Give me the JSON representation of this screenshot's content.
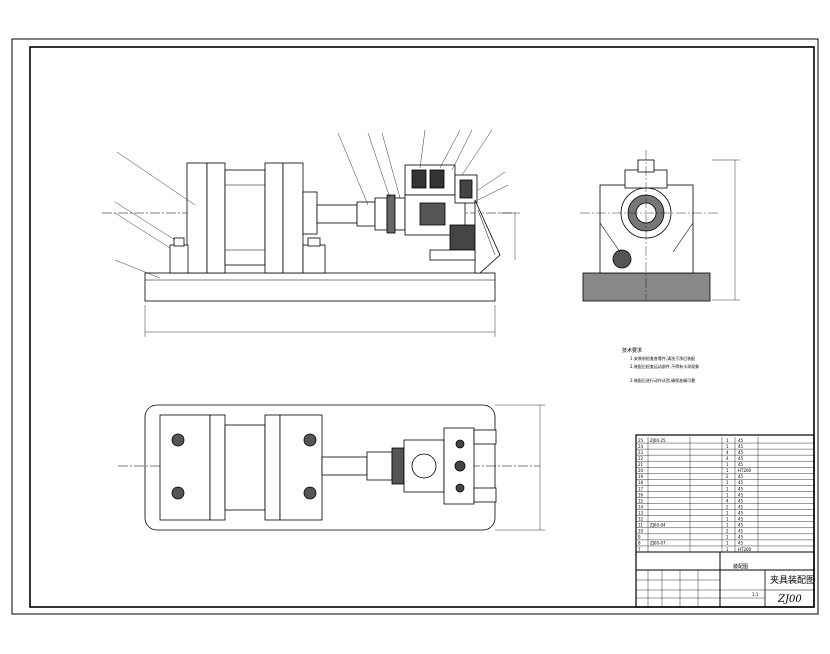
{
  "drawing": {
    "title": "夹具装配图",
    "code": "ZJ00",
    "block_label": "装配图",
    "scale": "1:1"
  },
  "tech_requirements": {
    "heading": "技术要求",
    "lines": [
      "1.安装前检查各零件,清洗干净后装配",
      "2.装配后检查运动部件,不得有卡滞现象",
      "3.装配后进行动作试验,确保准确可靠"
    ]
  },
  "parts_list": {
    "rows": [
      {
        "no": "25",
        "code": "ZJ00-25",
        "qty": "1",
        "material": "45"
      },
      {
        "no": "24",
        "code": "",
        "qty": "1",
        "material": "45"
      },
      {
        "no": "23",
        "code": "",
        "qty": "4",
        "material": "45"
      },
      {
        "no": "22",
        "code": "",
        "qty": "4",
        "material": "45"
      },
      {
        "no": "21",
        "code": "",
        "qty": "1",
        "material": "45"
      },
      {
        "no": "20",
        "code": "",
        "qty": "1",
        "material": "HT200"
      },
      {
        "no": "19",
        "code": "",
        "qty": "2",
        "material": "45"
      },
      {
        "no": "18",
        "code": "",
        "qty": "1",
        "material": "45"
      },
      {
        "no": "17",
        "code": "",
        "qty": "1",
        "material": "45"
      },
      {
        "no": "16",
        "code": "",
        "qty": "1",
        "material": "45"
      },
      {
        "no": "15",
        "code": "",
        "qty": "4",
        "material": "45"
      },
      {
        "no": "14",
        "code": "",
        "qty": "2",
        "material": "45"
      },
      {
        "no": "13",
        "code": "",
        "qty": "1",
        "material": "45"
      },
      {
        "no": "12",
        "code": "",
        "qty": "1",
        "material": "45"
      },
      {
        "no": "11",
        "code": "ZJ00-04",
        "qty": "1",
        "material": "45"
      },
      {
        "no": "10",
        "code": "",
        "qty": "2",
        "material": "45"
      },
      {
        "no": "9",
        "code": "",
        "qty": "1",
        "material": "45"
      },
      {
        "no": "8",
        "code": "ZJ00-07",
        "qty": "1",
        "material": "45"
      },
      {
        "no": "7",
        "code": "",
        "qty": "1",
        "material": "HT200"
      }
    ]
  }
}
